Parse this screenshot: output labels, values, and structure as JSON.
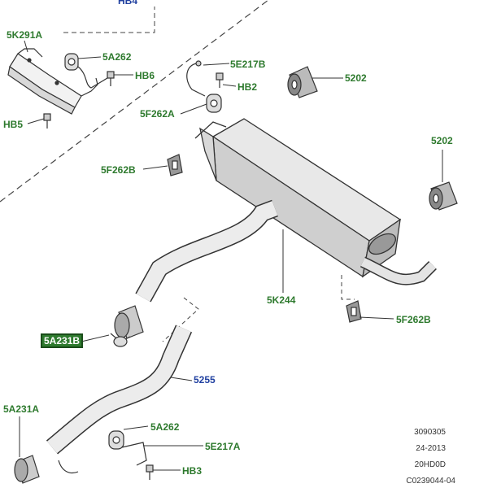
{
  "labels": {
    "hb4": "HB4",
    "p5k291a": "5K291A",
    "p5a262_top": "5A262",
    "hb6": "HB6",
    "hb5": "HB5",
    "p5e217b": "5E217B",
    "hb2": "HB2",
    "p5202_top": "5202",
    "p5f262a": "5F262A",
    "p5f262b_left": "5F262B",
    "p5202_right": "5202",
    "p5k244": "5K244",
    "p5f262b_right": "5F262B",
    "p5a231b": "5A231B",
    "p5255": "5255",
    "p5a231a": "5A231A",
    "p5a262_bottom": "5A262",
    "p5e217a": "5E217A",
    "hb3": "HB3"
  },
  "reference": {
    "line1": "3090305",
    "line2": "24-2013",
    "line3": "20HD0D",
    "line4": "C0239044-04"
  },
  "colors": {
    "label_green": "#2e7a2e",
    "label_blue": "#2040a0",
    "highlight_bg": "#2e7a2e",
    "line": "#333333"
  }
}
